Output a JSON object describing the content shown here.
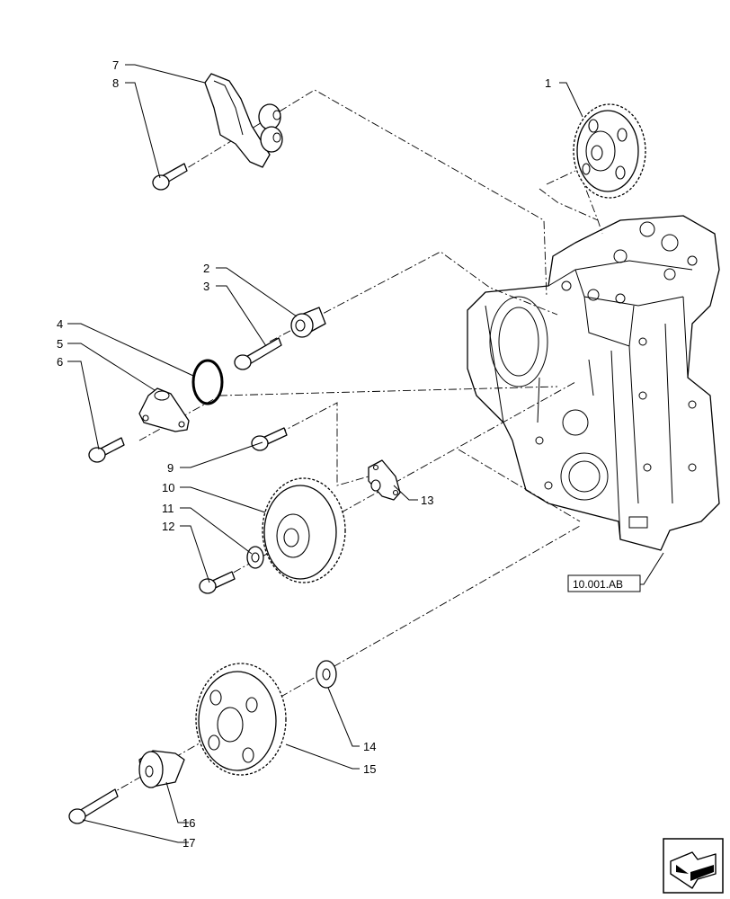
{
  "callouts": [
    {
      "id": "1",
      "text": "1"
    },
    {
      "id": "2",
      "text": "2"
    },
    {
      "id": "3",
      "text": "3"
    },
    {
      "id": "4",
      "text": "4"
    },
    {
      "id": "5",
      "text": "5"
    },
    {
      "id": "6",
      "text": "6"
    },
    {
      "id": "7",
      "text": "7"
    },
    {
      "id": "8",
      "text": "8"
    },
    {
      "id": "9",
      "text": "9"
    },
    {
      "id": "10",
      "text": "10"
    },
    {
      "id": "11",
      "text": "11"
    },
    {
      "id": "12",
      "text": "12"
    },
    {
      "id": "13",
      "text": "13"
    },
    {
      "id": "14",
      "text": "14"
    },
    {
      "id": "15",
      "text": "15"
    },
    {
      "id": "16",
      "text": "16"
    },
    {
      "id": "17",
      "text": "17"
    }
  ],
  "reference_box": {
    "label": "10.001.AB"
  },
  "nav_icon": {
    "name": "next-page-arrow-icon"
  }
}
